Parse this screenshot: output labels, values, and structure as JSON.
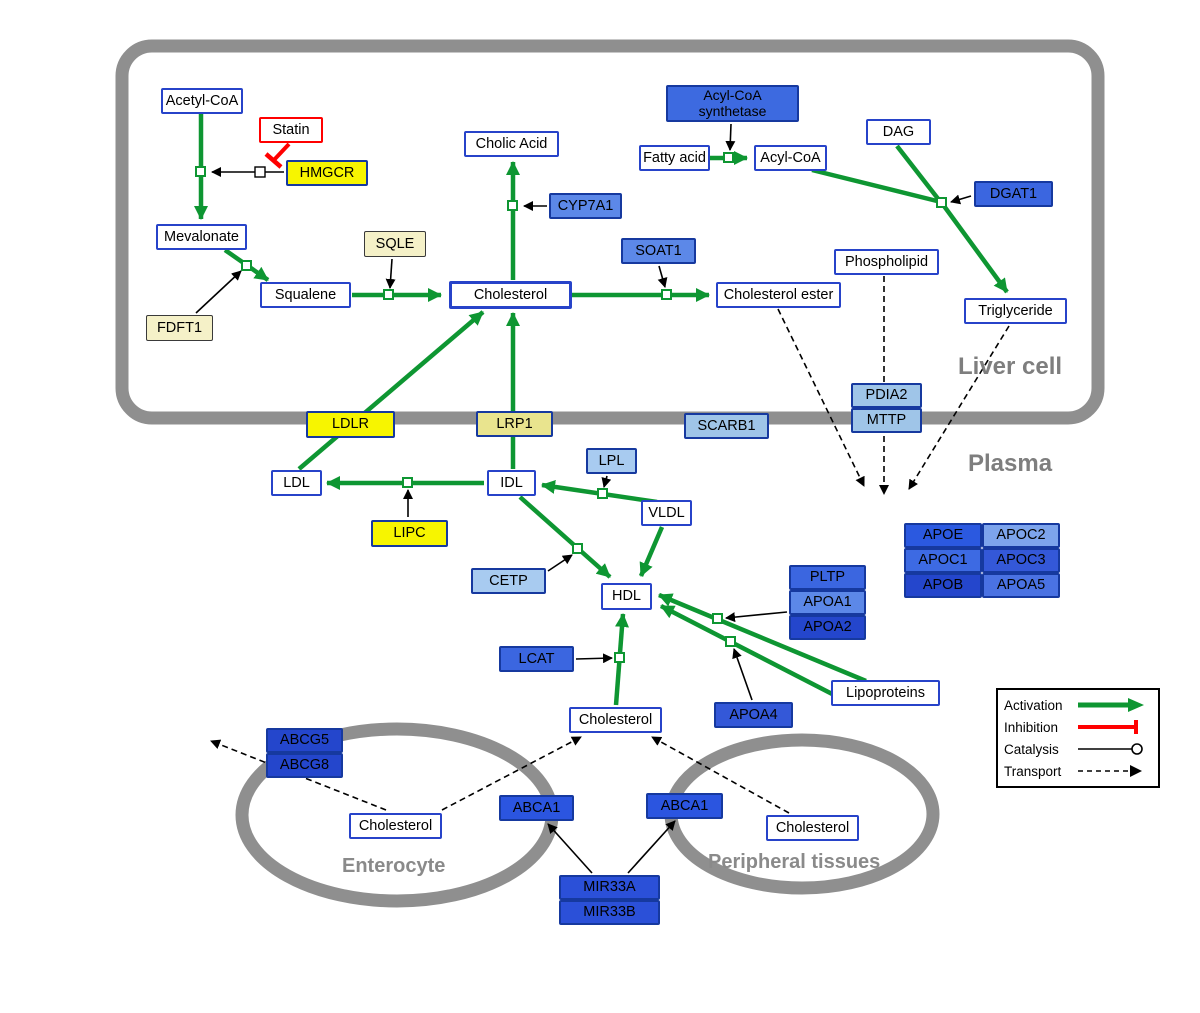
{
  "regions": {
    "liver": "Liver cell",
    "plasma": "Plasma",
    "enterocyte": "Enterocyte",
    "peripheral": "Peripheral tissues"
  },
  "legend": {
    "activation": "Activation",
    "inhibition": "Inhibition",
    "catalysis": "Catalysis",
    "transport": "Transport"
  },
  "colors": {
    "activation": "#0E9632",
    "inhibition": "#FF0000",
    "membrane": "#8F8F8F",
    "metabolite_border": "#2743C9"
  },
  "nodes": {
    "acetyl_coa": {
      "label": "Acetyl-CoA",
      "fill": "#FFFFFF"
    },
    "statin": {
      "label": "Statin",
      "fill": "#FFFFFF"
    },
    "hmgcr": {
      "label": "HMGCR",
      "fill": "#F7F500"
    },
    "mevalonate": {
      "label": "Mevalonate",
      "fill": "#FFFFFF"
    },
    "sqle": {
      "label": "SQLE",
      "fill": "#F5F1C8"
    },
    "squalene": {
      "label": "Squalene",
      "fill": "#FFFFFF"
    },
    "fdft1": {
      "label": "FDFT1",
      "fill": "#F5F1C8"
    },
    "cholic_acid": {
      "label": "Cholic Acid",
      "fill": "#FFFFFF"
    },
    "cyp7a1": {
      "label": "CYP7A1",
      "fill": "#5C88E8"
    },
    "cholesterol_liver": {
      "label": "Cholesterol",
      "fill": "#FFFFFF"
    },
    "soat1": {
      "label": "SOAT1",
      "fill": "#5C88E8"
    },
    "cholesterol_ester": {
      "label": "Cholesterol ester",
      "fill": "#FFFFFF"
    },
    "acyl_coa_synthetase": {
      "label": "Acyl-CoA synthetase",
      "fill": "#3D6AE0"
    },
    "fatty_acid": {
      "label": "Fatty acid",
      "fill": "#FFFFFF"
    },
    "acyl_coa": {
      "label": "Acyl-CoA",
      "fill": "#FFFFFF"
    },
    "dag": {
      "label": "DAG",
      "fill": "#FFFFFF"
    },
    "dgat1": {
      "label": "DGAT1",
      "fill": "#3B66E0"
    },
    "phospholipid": {
      "label": "Phospholipid",
      "fill": "#FFFFFF"
    },
    "triglyceride": {
      "label": "Triglyceride",
      "fill": "#FFFFFF"
    },
    "ldlr": {
      "label": "LDLR",
      "fill": "#F7F500"
    },
    "lrp1": {
      "label": "LRP1",
      "fill": "#E9E48E"
    },
    "scarb1": {
      "label": "SCARB1",
      "fill": "#9FC5E8"
    },
    "pdia2": {
      "label": "PDIA2",
      "fill": "#9FC5E8"
    },
    "mttp": {
      "label": "MTTP",
      "fill": "#9FC5E8"
    },
    "ldl": {
      "label": "LDL",
      "fill": "#FFFFFF"
    },
    "idl": {
      "label": "IDL",
      "fill": "#FFFFFF"
    },
    "lpl": {
      "label": "LPL",
      "fill": "#A8CBF0"
    },
    "vldl": {
      "label": "VLDL",
      "fill": "#FFFFFF"
    },
    "lipc": {
      "label": "LIPC",
      "fill": "#F7F500"
    },
    "cetp": {
      "label": "CETP",
      "fill": "#A8CBF0"
    },
    "hdl": {
      "label": "HDL",
      "fill": "#FFFFFF"
    },
    "pltp": {
      "label": "PLTP",
      "fill": "#3B66E0"
    },
    "apoa1": {
      "label": "APOA1",
      "fill": "#5C88E8"
    },
    "apoa2": {
      "label": "APOA2",
      "fill": "#2446CC"
    },
    "lcat": {
      "label": "LCAT",
      "fill": "#3B66E0"
    },
    "apoa4": {
      "label": "APOA4",
      "fill": "#3458D8"
    },
    "lipoproteins": {
      "label": "Lipoproteins",
      "fill": "#FFFFFF"
    },
    "apoe": {
      "label": "APOE",
      "fill": "#2B59E0"
    },
    "apoc2": {
      "label": "APOC2",
      "fill": "#7DA4EC"
    },
    "apoc1": {
      "label": "APOC1",
      "fill": "#3D6AE3"
    },
    "apoc3": {
      "label": "APOC3",
      "fill": "#3458D8"
    },
    "apob": {
      "label": "APOB",
      "fill": "#2446CC"
    },
    "apoa5": {
      "label": "APOA5",
      "fill": "#4A72E3"
    },
    "cholesterol_plasma": {
      "label": "Cholesterol",
      "fill": "#FFFFFF"
    },
    "abcg5": {
      "label": "ABCG5",
      "fill": "#2446CC"
    },
    "abcg8": {
      "label": "ABCG8",
      "fill": "#2446CC"
    },
    "cholesterol_enterocyte": {
      "label": "Cholesterol",
      "fill": "#FFFFFF"
    },
    "abca1_enterocyte": {
      "label": "ABCA1",
      "fill": "#2B55E0"
    },
    "abca1_peripheral": {
      "label": "ABCA1",
      "fill": "#2B55E0"
    },
    "cholesterol_peripheral": {
      "label": "Cholesterol",
      "fill": "#FFFFFF"
    },
    "mir33a": {
      "label": "MIR33A",
      "fill": "#2B50D8"
    },
    "mir33b": {
      "label": "MIR33B",
      "fill": "#2B50D8"
    }
  }
}
